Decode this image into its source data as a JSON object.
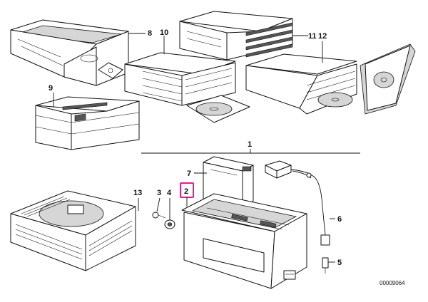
{
  "callouts": {
    "c1": "1",
    "c2": "2",
    "c3": "3",
    "c4": "4",
    "c5": "5",
    "c6": "6",
    "c7": "7",
    "c8": "8",
    "c9": "9",
    "c10": "10",
    "c11": "11",
    "c12": "12",
    "c13": "13"
  },
  "highlight_color": "#e01e8c",
  "reference_number": "00009064"
}
